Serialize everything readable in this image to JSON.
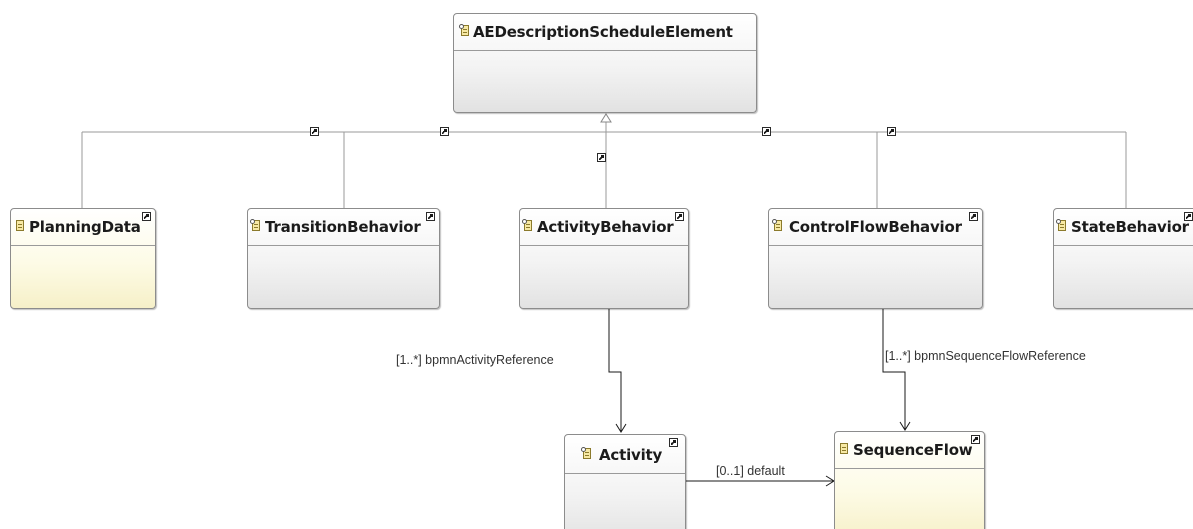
{
  "diagram": {
    "classes": {
      "ae_description_schedule_element": {
        "name": "AEDescriptionScheduleElement",
        "kind": "abstract"
      },
      "planning_data": {
        "name": "PlanningData",
        "kind": "concrete"
      },
      "transition_behavior": {
        "name": "TransitionBehavior",
        "kind": "abstract"
      },
      "activity_behavior": {
        "name": "ActivityBehavior",
        "kind": "abstract"
      },
      "control_flow_behavior": {
        "name": "ControlFlowBehavior",
        "kind": "abstract"
      },
      "state_behavior": {
        "name": "StateBehavior",
        "kind": "abstract"
      },
      "activity": {
        "name": "Activity",
        "kind": "abstract"
      },
      "sequence_flow": {
        "name": "SequenceFlow",
        "kind": "concrete"
      }
    },
    "references": {
      "bpmn_activity_reference": "[1..*] bpmnActivityReference",
      "bpmn_sequence_flow_reference": "[1..*] bpmnSequenceFlowReference",
      "default_flow": "[0..1] default"
    },
    "icons": {
      "class": "class-icon",
      "abstract_class": "abstract-class-icon",
      "shortcut": "shortcut-arrow-icon",
      "generalization": "hollow-triangle-arrowhead",
      "reference": "open-arrowhead"
    },
    "colors": {
      "abstract_fill": "#f0f0f0",
      "concrete_fill": "#fdf8dc",
      "border": "#8c8c8c",
      "line": "#9a9a9a",
      "reference_line": "#000000"
    }
  }
}
